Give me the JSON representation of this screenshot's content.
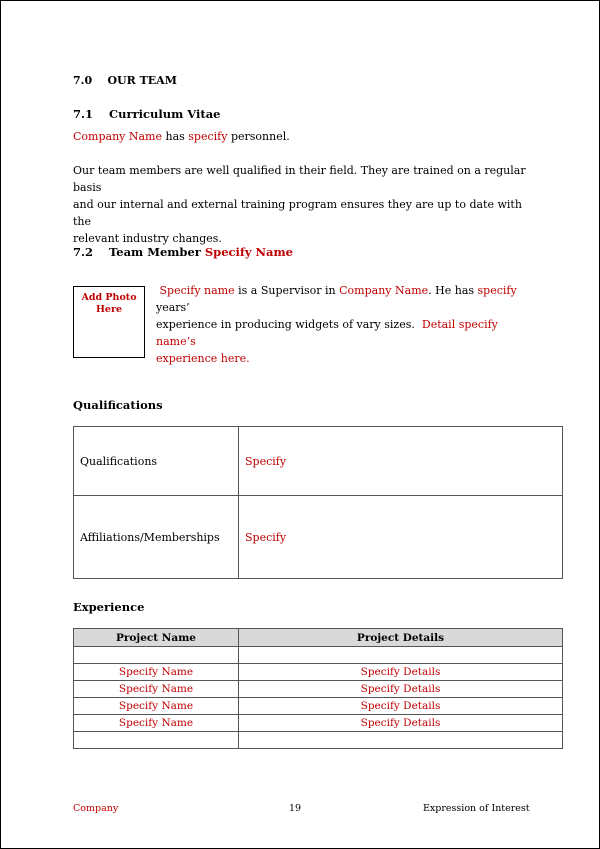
{
  "heading_main": {
    "number": "7.0",
    "title": "OUR TEAM"
  },
  "heading_cv": {
    "number": "7.1",
    "title": "Curriculum Vitae"
  },
  "cv_line": {
    "company": "Company Name",
    "has": " has ",
    "specify": "specify",
    "rest": " personnel."
  },
  "team_paragraph": {
    "line1": "Our team members are well qualified in their field. They are trained on a regular basis",
    "line2": "and our internal and external training program ensures they are up to date with the",
    "line3": "relevant industry changes."
  },
  "heading_member": {
    "number": "7.2",
    "title": "Team Member",
    "name": "Specify Name"
  },
  "photo_placeholder": {
    "line1": "Add Photo",
    "line2": "Here"
  },
  "bio": {
    "specify_name": "Specify name",
    "t1": " is a Supervisor in ",
    "company": "Company Name",
    "t2": ". He has ",
    "specify": "specify",
    "t3": " years’",
    "line2_text": "experience in producing widgets of vary sizes.  ",
    "detail": "Detail specify name’s",
    "line3": "experience here."
  },
  "qualifications_heading": "Qualifications",
  "qualifications_table": [
    {
      "label": "Qualifications",
      "value": "Specify"
    },
    {
      "label": "Affiliations/Memberships",
      "value": "Specify"
    }
  ],
  "experience_heading": "Experience",
  "experience_table": {
    "headers": [
      "Project Name",
      "Project Details"
    ],
    "rows": [
      [
        "",
        ""
      ],
      [
        "Specify Name",
        "Specify Details"
      ],
      [
        "Specify Name",
        "Specify Details"
      ],
      [
        "Specify Name",
        "Specify Details"
      ],
      [
        "Specify Name",
        "Specify Details"
      ],
      [
        "",
        ""
      ]
    ]
  },
  "footer": {
    "company": "Company",
    "page": "19",
    "doc": "Expression of Interest"
  },
  "colors": {
    "accent_red": "#c00000",
    "header_fill": "#d9d9d9"
  }
}
